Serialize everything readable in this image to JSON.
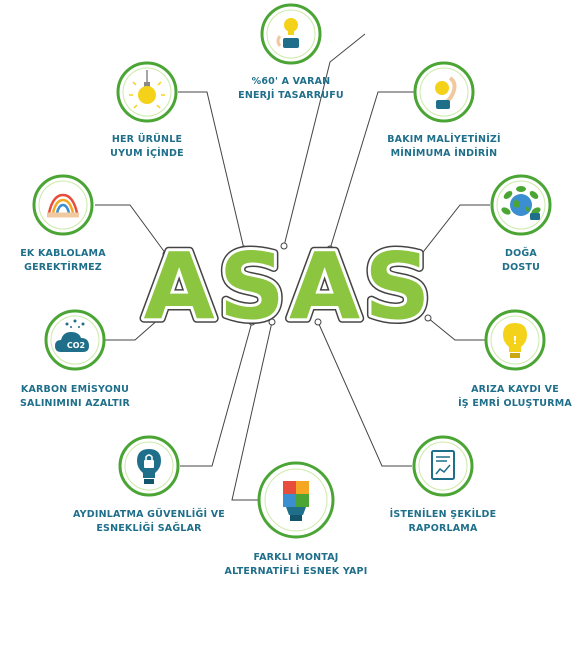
{
  "logo": {
    "text": "ASAS",
    "color": "#8cc540"
  },
  "colors": {
    "ring": "#4aa534",
    "line": "#444444",
    "caption": "#1f6f8b",
    "icon_dark": "#1f6f8b",
    "icon_yellow": "#f5d21a"
  },
  "features": [
    {
      "id": "energy-saving",
      "icon": "lightbulb-hand-icon",
      "lines": [
        "%60' A VARAN",
        "ENERJİ TASARRUFU"
      ]
    },
    {
      "id": "product-compat",
      "icon": "hanging-bulb-icon",
      "lines": [
        "HER ÜRÜNLE",
        "UYUM İÇİNDE"
      ]
    },
    {
      "id": "maintenance",
      "icon": "coin-hand-icon",
      "lines": [
        "BAKIM MALİYETİNİZİ",
        "MİNİMUMA İNDİRİN"
      ]
    },
    {
      "id": "no-cabling",
      "icon": "cables-icon",
      "lines": [
        "EK KABLOLAMA",
        "GEREKTİRMEZ"
      ]
    },
    {
      "id": "eco-friendly",
      "icon": "globe-leaves-icon",
      "lines": [
        "DOĞA",
        "DOSTU"
      ]
    },
    {
      "id": "carbon",
      "icon": "co2-cloud-icon",
      "lines": [
        "KARBON EMİSYONU",
        "SALINIMINI AZALTIR"
      ]
    },
    {
      "id": "fault-record",
      "icon": "bulb-warning-icon",
      "lines": [
        "ARIZA KAYDI VE",
        "İŞ EMRİ OLUŞTURMA"
      ]
    },
    {
      "id": "security",
      "icon": "lock-bulb-icon",
      "lines": [
        "AYDINLATMA GÜVENLİĞİ VE",
        "ESNEKLİĞİ SAĞLAR"
      ]
    },
    {
      "id": "reporting",
      "icon": "report-chart-icon",
      "lines": [
        "İSTENİLEN  ŞEKİLDE",
        "RAPORLAMA"
      ]
    },
    {
      "id": "mounting",
      "icon": "puzzle-bulb-icon",
      "lines": [
        "FARKLI MONTAJ",
        "ALTERNATİFLİ ESNEK YAPI"
      ]
    }
  ]
}
